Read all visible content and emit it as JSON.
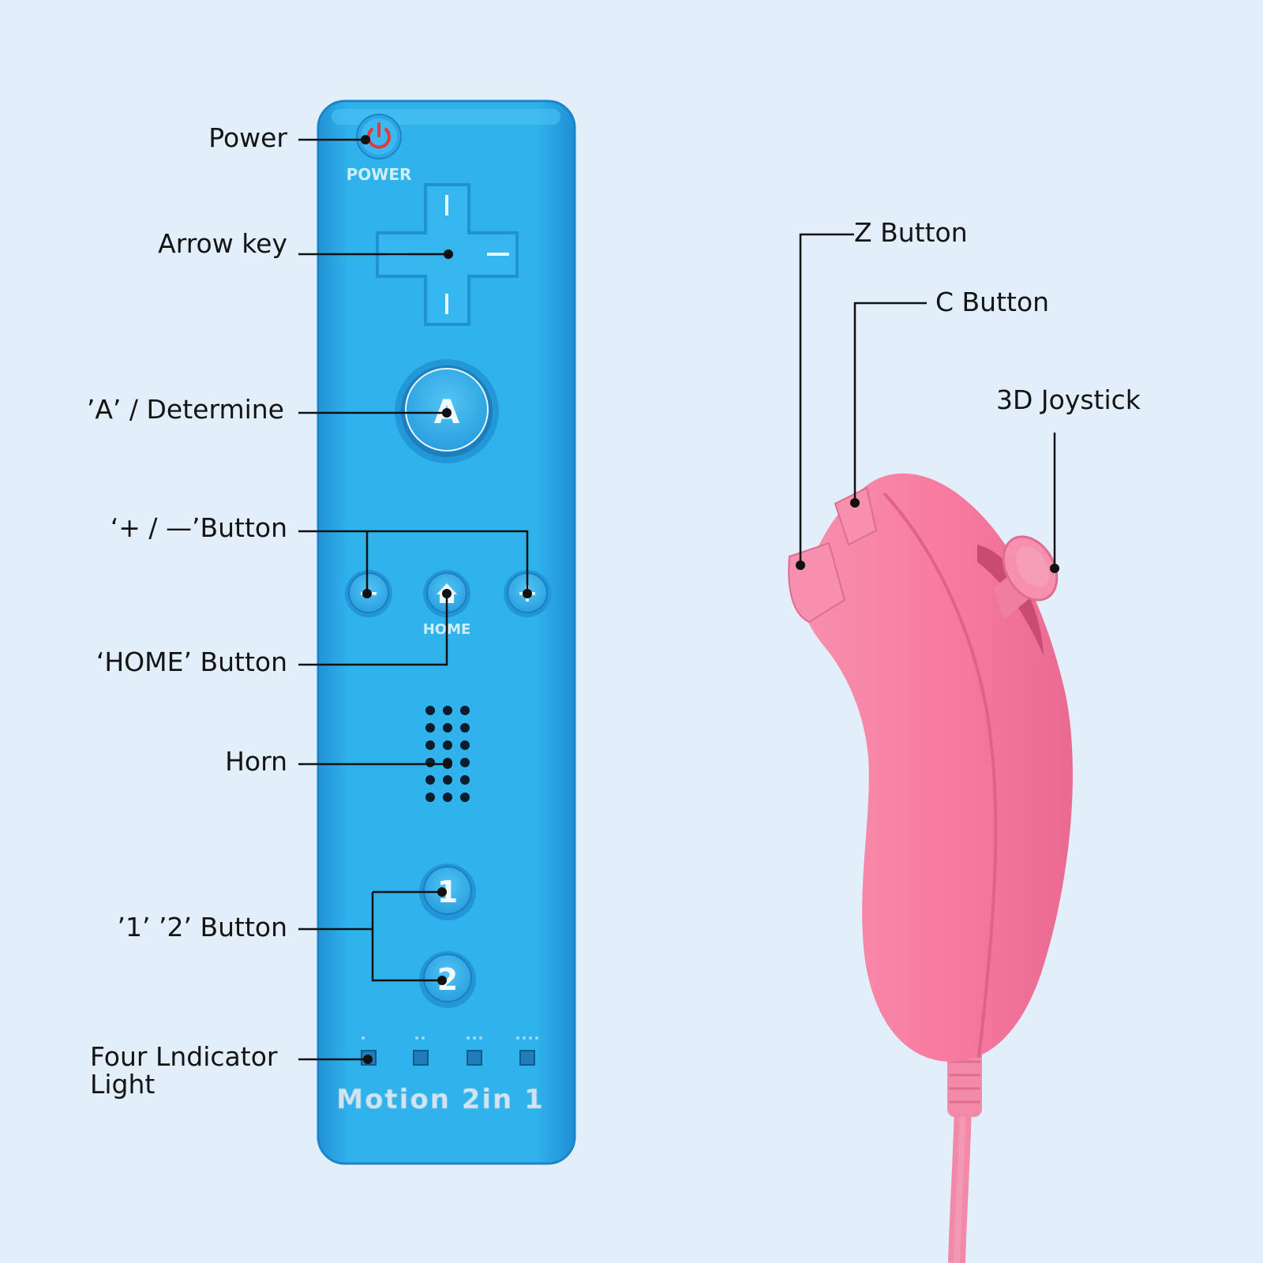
{
  "colors": {
    "background": "#e3eefb",
    "remote_body": "#2aa8e6",
    "remote_edge": "#1a86c9",
    "remote_button": "#35b4ee",
    "power_red": "#e23a3a",
    "nunchuk_pink": "#f77ca0",
    "nunchuk_dark": "#e35f87",
    "line": "#111111"
  },
  "remote": {
    "power_text": "POWER",
    "a_text": "A",
    "home_text": "HOME",
    "one_text": "1",
    "two_text": "2",
    "brand_text": "Motion 2in 1",
    "minus_sign": "−",
    "plus_sign": "+",
    "dpad_minus": "−"
  },
  "labels": {
    "power": "Power",
    "arrow_key": "Arrow key",
    "a_determine": "’A’ / Determine",
    "plus_minus": "‘+ / —’Button",
    "home": "‘HOME’ Button",
    "horn": "Horn",
    "one_two": "’1’ ’2’ Button",
    "four_indicator": "Four Lndicator Light",
    "z_button": "Z Button",
    "c_button": "C Button",
    "joystick": "3D Joystick"
  },
  "icons": [
    "power-icon",
    "home-icon"
  ]
}
